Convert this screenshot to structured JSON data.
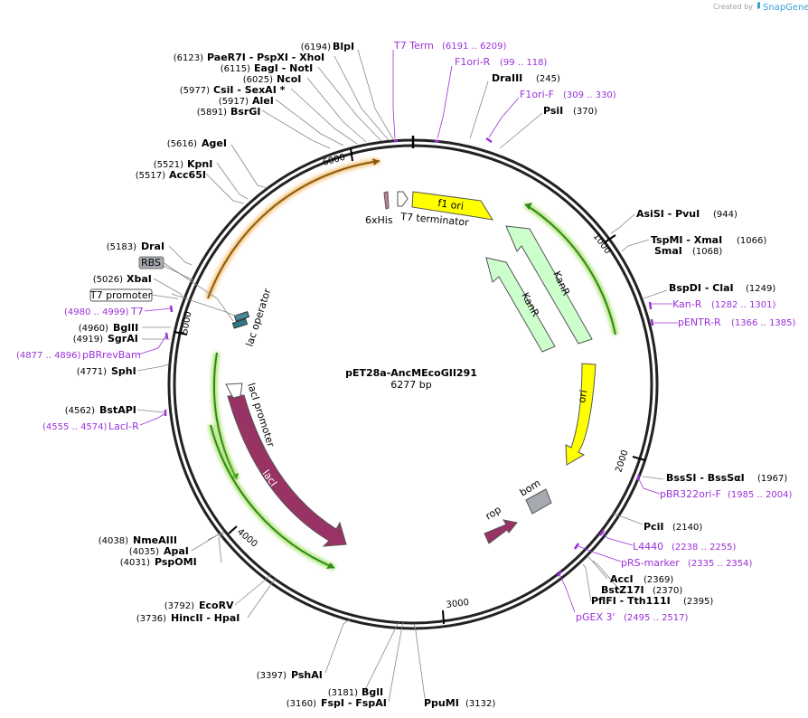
{
  "watermark": {
    "prefix": "Created by",
    "brand": "SnapGene"
  },
  "plasmid": {
    "name": "pET28a-AncMEcoGII291",
    "length_label": "6277 bp"
  },
  "ticks": [
    "1000",
    "2000",
    "3000",
    "4000",
    "5000",
    "6000"
  ],
  "restriction_sites": [
    {
      "pos": "(6194)",
      "name": "BlpI"
    },
    {
      "pos": "(6123)",
      "name": "PaeR7I  - PspXI  - XhoI"
    },
    {
      "pos": "(6115)",
      "name": "EagI  - NotI"
    },
    {
      "pos": "(6025)",
      "name": "NcoI"
    },
    {
      "pos": "(5977)",
      "name": "CsiI  - SexAI *"
    },
    {
      "pos": "(5917)",
      "name": "AleI"
    },
    {
      "pos": "(5891)",
      "name": "BsrGI"
    },
    {
      "pos": "(5616)",
      "name": "AgeI"
    },
    {
      "pos": "(5521)",
      "name": "KpnI"
    },
    {
      "pos": "(5517)",
      "name": "Acc65I"
    },
    {
      "pos": "(5183)",
      "name": "DraI"
    },
    {
      "pos": "(5026)",
      "name": "XbaI"
    },
    {
      "pos": "(4960)",
      "name": "BglII"
    },
    {
      "pos": "(4919)",
      "name": "SgrAI"
    },
    {
      "pos": "(4771)",
      "name": "SphI"
    },
    {
      "pos": "(4562)",
      "name": "BstAPI"
    },
    {
      "pos": "(4038)",
      "name": "NmeAIII"
    },
    {
      "pos": "(4035)",
      "name": "ApaI"
    },
    {
      "pos": "(4031)",
      "name": "PspOMI"
    },
    {
      "pos": "(3792)",
      "name": "EcoRV"
    },
    {
      "pos": "(3736)",
      "name": "HincII  - HpaI"
    },
    {
      "pos": "(3397)",
      "name": "PshAI"
    },
    {
      "pos": "(3181)",
      "name": "BglI"
    },
    {
      "pos": "(3160)",
      "name": "FspI  - FspAI"
    },
    {
      "pos": "(3132)",
      "name": "PpuMI"
    },
    {
      "pos": "(245)",
      "name": "DraIII"
    },
    {
      "pos": "(370)",
      "name": "PsiI"
    },
    {
      "pos": "(944)",
      "name": "AsiSI  - PvuI"
    },
    {
      "pos": "(1066)",
      "name": "TspMI  - XmaI"
    },
    {
      "pos": "(1068)",
      "name": "SmaI"
    },
    {
      "pos": "(1249)",
      "name": "BspDI  - ClaI"
    },
    {
      "pos": "(1967)",
      "name": "BssSI  - BssSαI"
    },
    {
      "pos": "(2140)",
      "name": "PciI"
    },
    {
      "pos": "(2369)",
      "name": "AccI"
    },
    {
      "pos": "(2370)",
      "name": "BstZ17I"
    },
    {
      "pos": "(2395)",
      "name": "PflFI  - Tth111I"
    }
  ],
  "primers": [
    {
      "name": "T7 Term",
      "range": "(6191 .. 6209)"
    },
    {
      "name": "F1ori-R",
      "range": "(99 .. 118)"
    },
    {
      "name": "F1ori-F",
      "range": "(309 .. 330)"
    },
    {
      "name": "Kan-R",
      "range": "(1282 .. 1301)"
    },
    {
      "name": "pENTR-R",
      "range": "(1366 .. 1385)"
    },
    {
      "name": "pBR322ori-F",
      "range": "(1985 .. 2004)"
    },
    {
      "name": "L4440",
      "range": "(2238 .. 2255)"
    },
    {
      "name": "pRS-marker",
      "range": "(2335 .. 2354)"
    },
    {
      "name": "pGEX 3'",
      "range": "(2495 .. 2517)"
    },
    {
      "name": "T7",
      "range": "(4980 .. 4999)"
    },
    {
      "name": "pBRrevBam",
      "range": "(4877 .. 4896)"
    },
    {
      "name": "LacI-R",
      "range": "(4555 .. 4574)"
    }
  ],
  "boxed_labels": {
    "rbs": "RBS",
    "t7_promoter": "T7 promoter"
  },
  "features": {
    "his_tag": "6xHis",
    "t7_terminator": "T7 terminator",
    "f1_ori": "f1 ori",
    "kanr_1": "KanR",
    "kanr_2": "KanR",
    "ori": "ori",
    "bom": "bom",
    "rop": "rop",
    "laci": "lacI",
    "laci_promoter": "lacI promoter",
    "lac_operator": "lac operator"
  },
  "colors": {
    "backbone": "#222222",
    "f1_ori": "#ffff00",
    "kanr": "#ccffcc",
    "ori": "#ffff00",
    "laci": "#993366",
    "rop": "#993366",
    "bom": "#a6aab0",
    "orf_arc": "#2f8a12",
    "orf_arc_orange": "#8a5a12",
    "primer": "#9b30d9"
  }
}
